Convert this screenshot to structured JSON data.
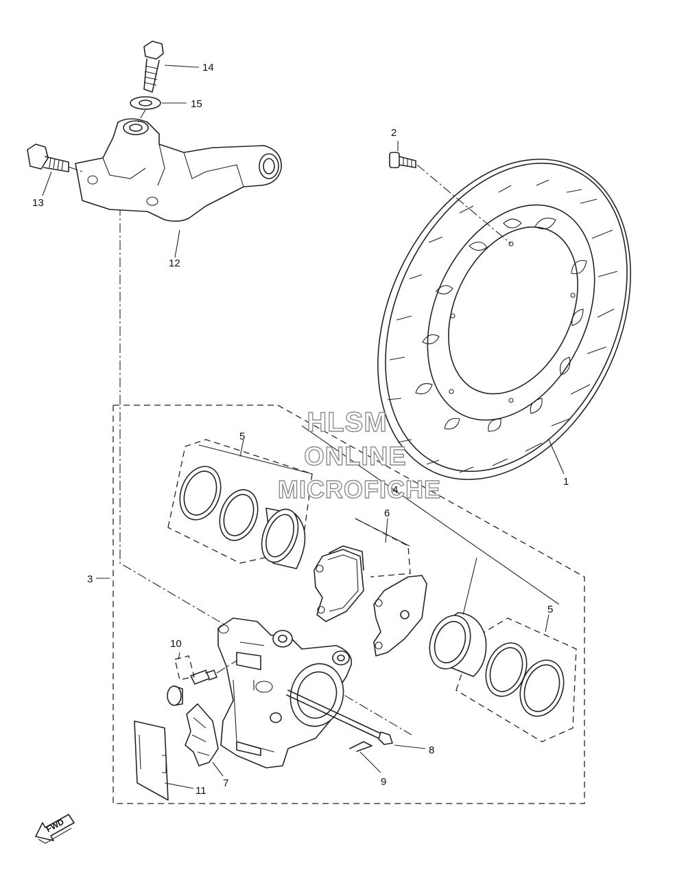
{
  "callouts": {
    "c1": "1",
    "c2": "2",
    "c3": "3",
    "c4": "4",
    "c5a": "5",
    "c5b": "5",
    "c6": "6",
    "c7": "7",
    "c8": "8",
    "c9": "9",
    "c10": "10",
    "c11": "11",
    "c12": "12",
    "c13": "13",
    "c14": "14",
    "c15": "15"
  },
  "watermark": {
    "line1": "HLSM",
    "line2": "ONLINE",
    "line3": "MICROFICHE"
  },
  "direction_badge": {
    "label": "FWD"
  },
  "icons": [
    "fwd-arrow-icon"
  ],
  "colors": {
    "line": "#222222",
    "watermark_outline": "#8a8a8a",
    "background": "#ffffff"
  }
}
